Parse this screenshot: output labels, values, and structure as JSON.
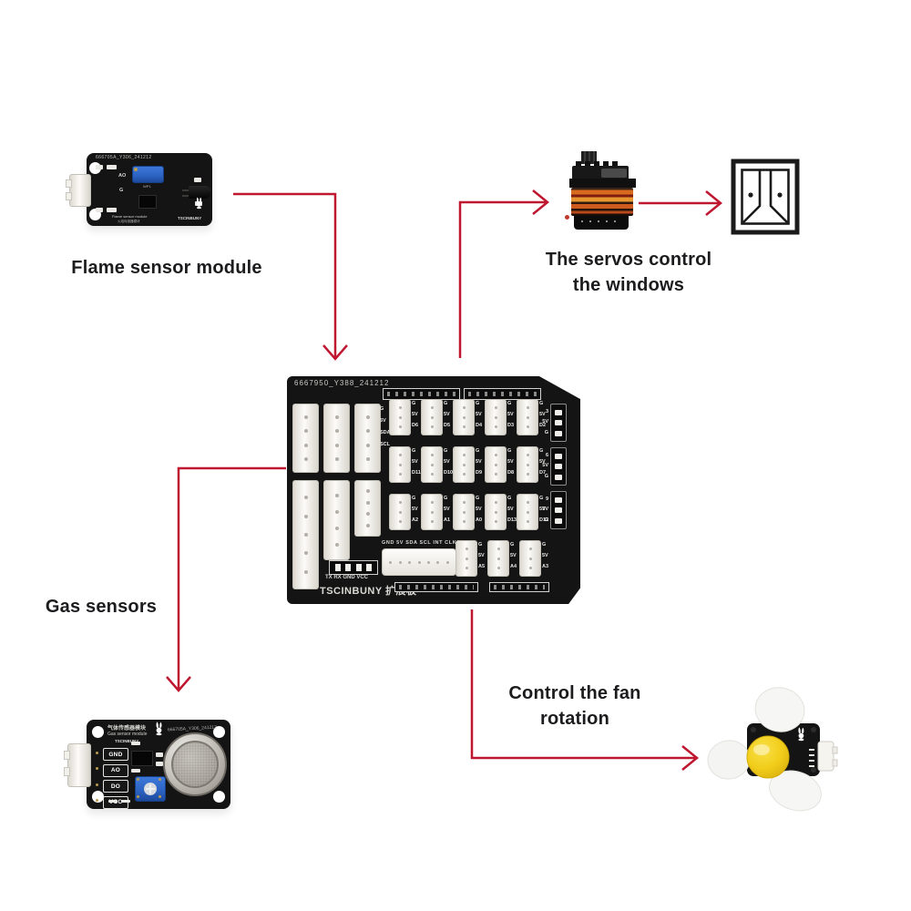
{
  "colors": {
    "arrow": "#c01730",
    "text": "#1c1c1e",
    "pcb": "#141414",
    "pot": "#2d64c4",
    "metal": "#c9c5bf",
    "hub": "#f2ce1b"
  },
  "captions": {
    "flame": "Flame sensor module",
    "servos": [
      "The servos control",
      "the windows"
    ],
    "gas": "Gas sensors",
    "fan": [
      "Control the fan",
      "rotation"
    ]
  },
  "flame_module": {
    "serial": "666705A_Y306_241212",
    "pin_ao": "AO",
    "pin_g": "G",
    "pot_label": "WP1",
    "caption_en": "Flame sensor module",
    "caption_cn": "火焰传感器模块",
    "brand": "TSCINBUNY"
  },
  "expansion_board": {
    "serial": "6667950_Y388_241212",
    "brand": "TSCINBUNY 扩展板",
    "i2c_header": "GND 5V SDA SCL INT CLK",
    "uart_header": "TX RX GND VCC",
    "pin_g": "G",
    "pin_5v": "5V",
    "left_labels": [
      "G",
      "5V",
      "SDA",
      "SCL"
    ],
    "digital_rows": [
      [
        "D6",
        "D5",
        "D4",
        "D3",
        "D2"
      ],
      [
        "D11",
        "D10",
        "D9",
        "D8",
        "D7"
      ],
      [
        "A2",
        "A1",
        "A0",
        "D13",
        "D12"
      ],
      [
        "A5",
        "A4",
        "A3"
      ]
    ],
    "edge_rows": [
      [
        "3",
        "5V",
        "G"
      ],
      [
        "6",
        "5V",
        "G"
      ],
      [
        "9",
        "5V",
        "G"
      ]
    ]
  },
  "gas_module": {
    "title_cn": "气体传感器模块",
    "title_en": "Gas sensor module",
    "brand": "TSCINBUNY",
    "serial": "666705A_Y306_241212",
    "pins": [
      "GND",
      "AO",
      "DO",
      "VCC"
    ]
  }
}
